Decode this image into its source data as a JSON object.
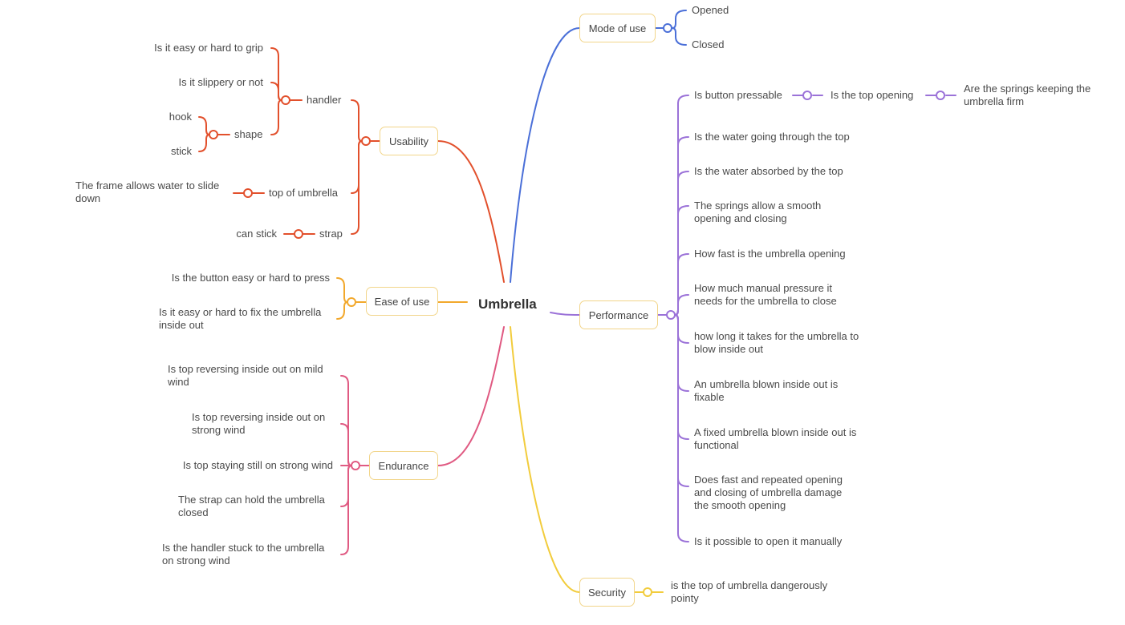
{
  "root": {
    "label": "Umbrella"
  },
  "branches": {
    "mode_of_use": {
      "label": "Mode of use",
      "color": "#4a6fd8",
      "children": [
        "Opened",
        "Closed"
      ]
    },
    "performance": {
      "label": "Performance",
      "color": "#9b72d8",
      "chain": [
        "Is button pressable",
        "Is the top opening",
        "Are the springs keeping the umbrella firm"
      ],
      "children": [
        "Is the water going through the top",
        "Is the water absorbed by the top",
        "The springs allow a smooth opening and closing",
        "How fast is the umbrella opening",
        "How much manual pressure it needs for the umbrella to close",
        "how long it takes for the umbrella to blow inside out",
        "An umbrella blown inside out is fixable",
        "A fixed umbrella blown inside out is functional",
        "Does fast and repeated opening and closing of umbrella damage the smooth opening",
        "Is it possible to open it manually"
      ]
    },
    "security": {
      "label": "Security",
      "color": "#f2cc3c",
      "children": [
        "is the top of umbrella dangerously pointy"
      ]
    },
    "usability": {
      "label": "Usability",
      "color": "#e2502c",
      "handler": {
        "label": "handler",
        "children": [
          "Is it easy or hard to grip",
          "Is it slippery or not"
        ],
        "shape": {
          "label": "shape",
          "children": [
            "hook",
            "stick"
          ]
        }
      },
      "top_of_umbrella": {
        "label": "top of umbrella",
        "children": [
          "The frame allows water to slide down"
        ]
      },
      "strap": {
        "label": "strap",
        "children": [
          "can stick"
        ]
      }
    },
    "ease_of_use": {
      "label": "Ease of use",
      "color": "#f2a82c",
      "children": [
        "Is the button easy or hard to press",
        "Is it easy or hard to fix the umbrella inside out"
      ]
    },
    "endurance": {
      "label": "Endurance",
      "color": "#e05a82",
      "children": [
        "Is top reversing inside out on mild wind",
        "Is top reversing inside out on strong wind",
        "Is top staying still on strong wind",
        "The strap can hold the umbrella closed",
        "Is the handler stuck to the umbrella on strong wind"
      ]
    }
  }
}
